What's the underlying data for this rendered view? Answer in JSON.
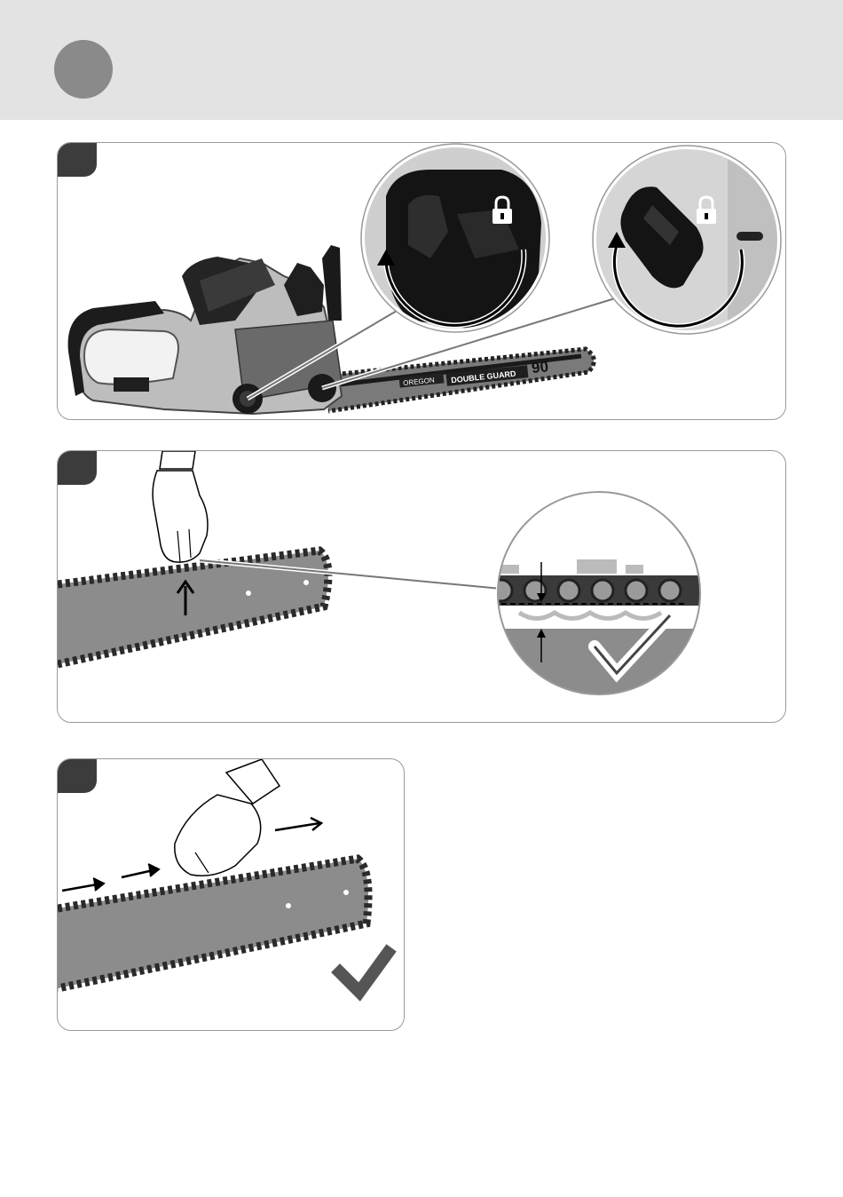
{
  "header": {
    "background_color": "#e3e3e3",
    "step_dot_color": "#8a8a8a"
  },
  "panels": [
    {
      "id": "panel-1",
      "illustration": "chainsaw-side-view",
      "bar_branding": {
        "logo_text": "OREGON",
        "model_text": "DOUBLE GUARD",
        "number_text": "90"
      },
      "magnifiers": [
        {
          "name": "tension-knob-zoom",
          "icon": "lock-icon",
          "arrow": "clockwise-arrow-icon"
        },
        {
          "name": "bar-knob-zoom",
          "icon": "lock-icon",
          "arrow": "clockwise-arrow-icon"
        }
      ]
    },
    {
      "id": "panel-2",
      "illustration": "hand-lifting-chain",
      "arrow": "up-arrow-icon",
      "magnifier": {
        "name": "chain-gap-zoom",
        "icon": "checkmark-icon"
      }
    },
    {
      "id": "panel-3",
      "illustration": "hand-pulling-chain",
      "arrows": [
        "right-arrow-icon",
        "right-arrow-icon",
        "right-arrow-icon"
      ],
      "icon": "checkmark-icon"
    }
  ],
  "colors": {
    "corner_tab": "#3c3c3c",
    "bar_fill": "#8c8c8c",
    "chain": "#2a2a2a",
    "frame": "#9a9a9a"
  }
}
